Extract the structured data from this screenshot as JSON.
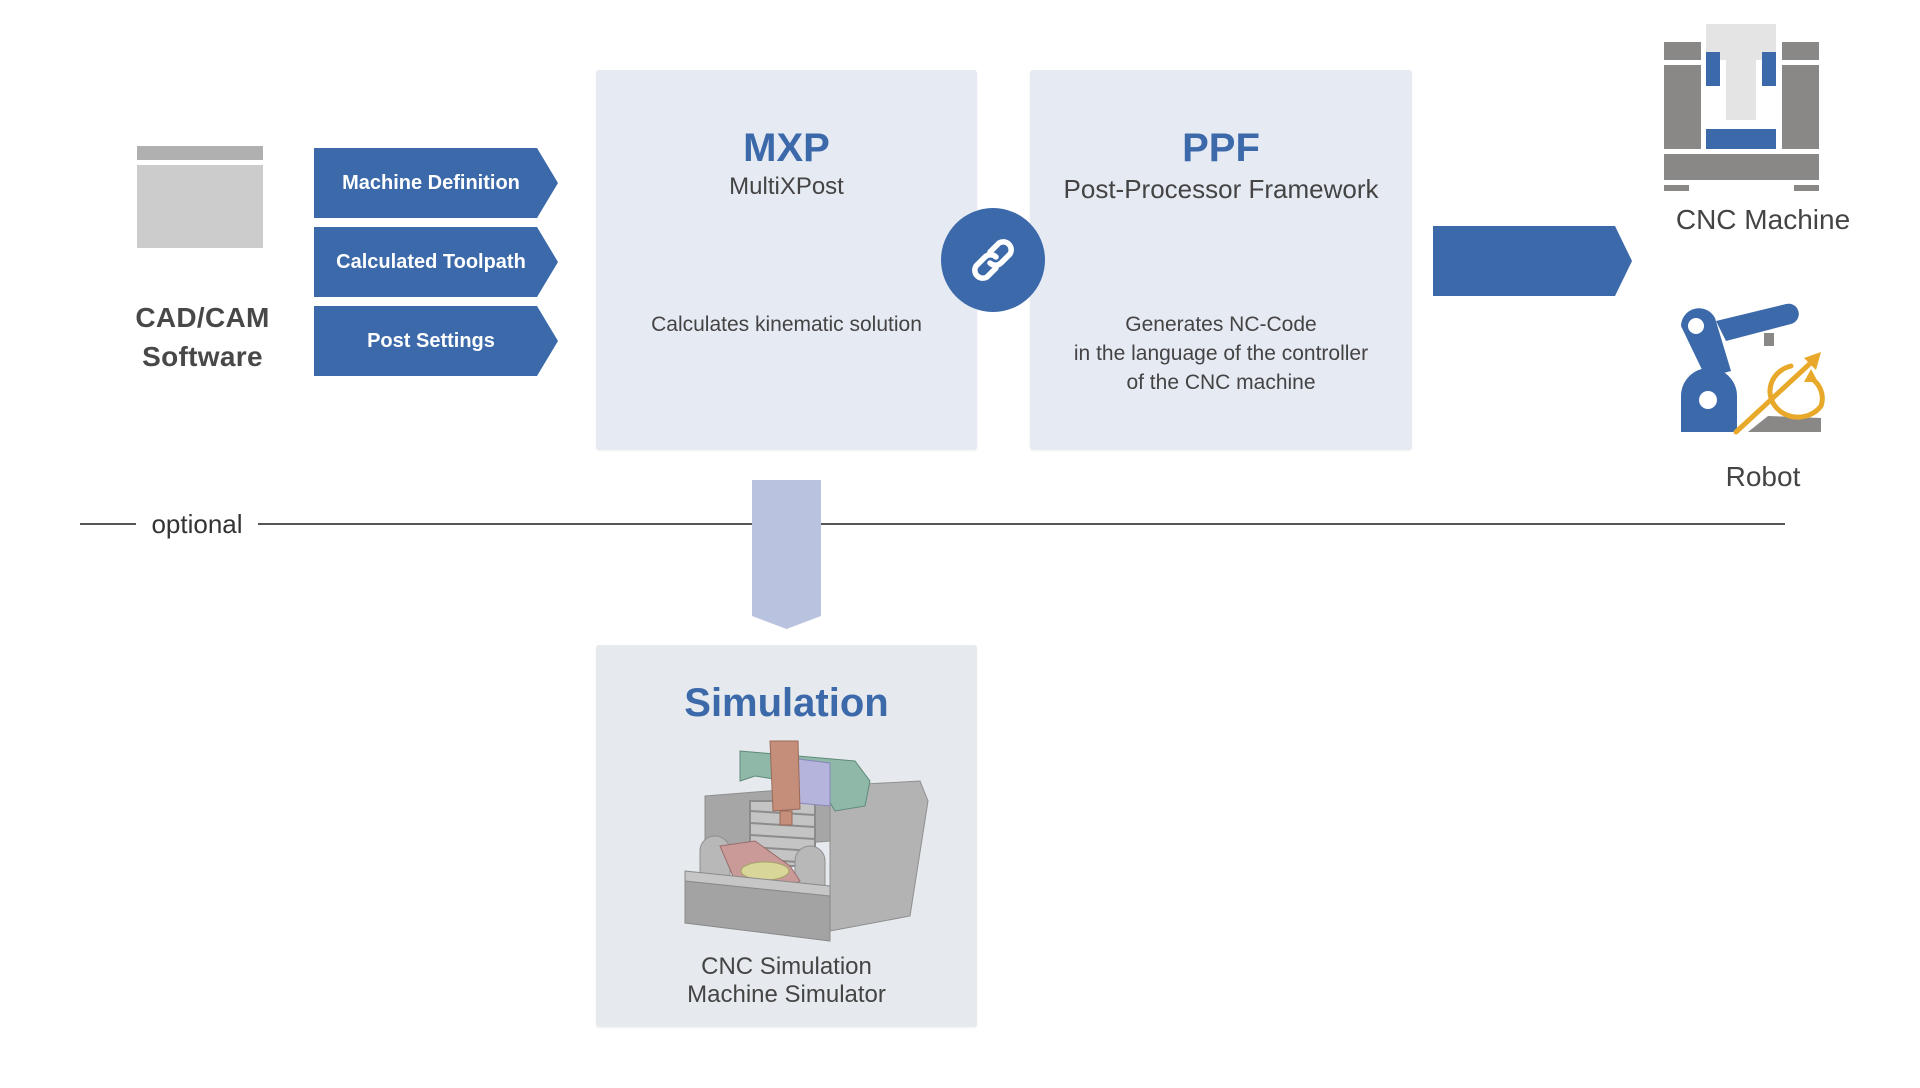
{
  "colors": {
    "accent_blue": "#3b69aa",
    "box_background": "#e6eaf3",
    "optional_arrow": "#b9c2df",
    "machine_gray": "#8a8787",
    "robot_yellow": "#e8a92a"
  },
  "source": {
    "icon": "application-window-icon",
    "label_line1": "CAD/CAM",
    "label_line2": "Software"
  },
  "inputs": [
    {
      "label": "Machine Definition"
    },
    {
      "label": "Calculated Toolpath"
    },
    {
      "label": "Post Settings"
    }
  ],
  "mxp": {
    "title": "MXP",
    "subtitle": "MultiXPost",
    "description": "Calculates kinematic solution"
  },
  "link": {
    "icon": "link-icon"
  },
  "ppf": {
    "title": "PPF",
    "subtitle": "Post-Processor Framework",
    "description_lines": [
      "Generates NC-Code",
      "in the language of the controller",
      "of the CNC machine"
    ]
  },
  "outputs": {
    "cnc": {
      "icon": "cnc-machine-icon",
      "label": "CNC Machine"
    },
    "robot": {
      "icon": "robot-arm-icon",
      "label": "Robot"
    }
  },
  "optional": {
    "label": "optional"
  },
  "simulation": {
    "title": "Simulation",
    "image": "cnc-machine-3d-render",
    "line1": "CNC Simulation",
    "line2": "Machine Simulator"
  }
}
